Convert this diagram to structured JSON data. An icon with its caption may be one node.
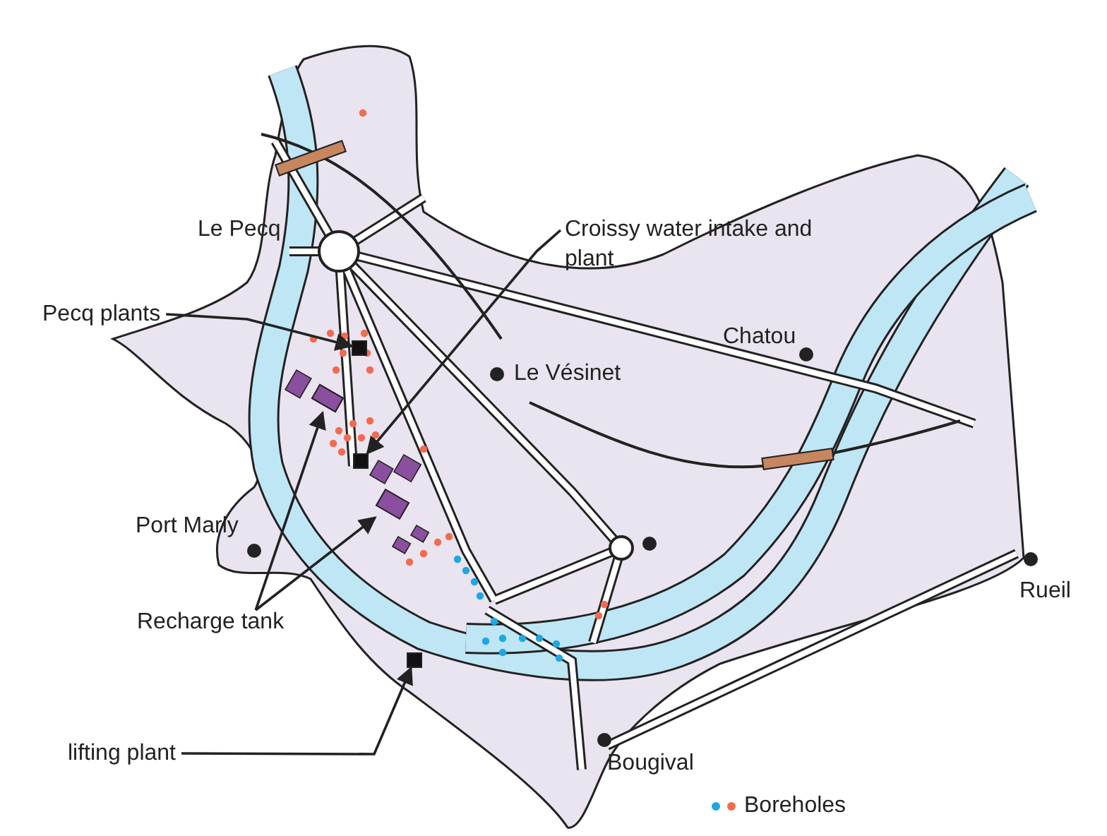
{
  "diagram": {
    "nodes": [
      {
        "text": [
          "Croissy water intake and plant"
        ]
      },
      {
        "text": [],
        "shape": "box"
      },
      {
        "text": [
          "Pecq plants"
        ]
      },
      {
        "text": [],
        "shape": "box"
      },
      {
        "text": [
          "Recharge tank"
        ]
      },
      {
        "text": [],
        "shape": "box"
      },
      {
        "text": [],
        "shape": "box"
      },
      {
        "text": [
          "lifting plant"
        ]
      },
      {
        "text": [],
        "shape": "box"
      }
    ],
    "edges": [
      {
        "from": 0,
        "to": 1,
        "arrow": "to"
      },
      {
        "from": 2,
        "to": 3,
        "arrow": "to"
      },
      {
        "from": 4,
        "to": 5,
        "arrow": "to"
      },
      {
        "from": 4,
        "to": 6,
        "arrow": "to"
      },
      {
        "from": 7,
        "to": 8,
        "arrow": "to"
      }
    ],
    "labels": [
      "Le Pecq",
      "Le Vésinet",
      "Chatou",
      "Port Marly",
      "Rueil",
      "Bougival"
    ],
    "legend": [
      {
        "text": "Boreholes"
      }
    ]
  }
}
